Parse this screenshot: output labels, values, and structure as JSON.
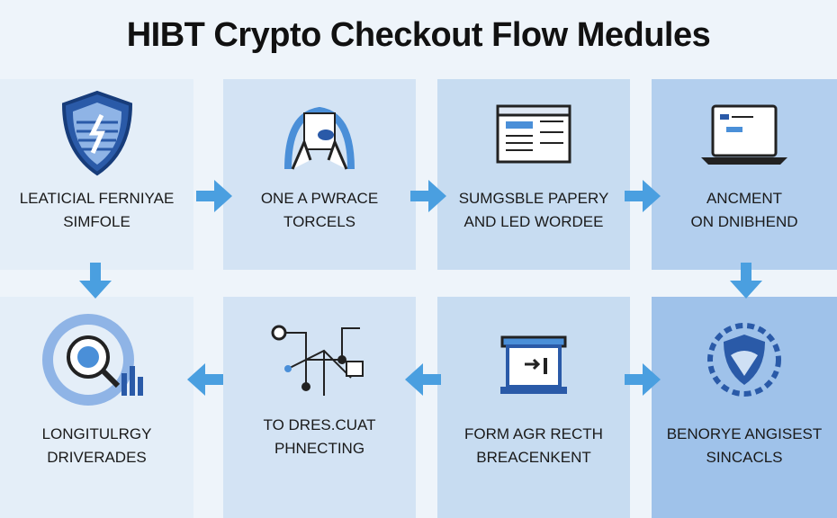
{
  "title": "HIBT Crypto Checkout Flow Medules",
  "colors": {
    "arrow": "#4a9fe0",
    "icon": "#2a5aa8"
  },
  "modules": [
    {
      "line1": "LEATICIAL FERNIYAE",
      "line2": "SIMFOLE",
      "icon": "shield-icon"
    },
    {
      "line1": "ONE A PWRACE",
      "line2": "TORCELS",
      "icon": "document-hands-icon"
    },
    {
      "line1": "SUMGSBLE PAPERY",
      "line2": "AND LED WORDEE",
      "icon": "browser-window-icon"
    },
    {
      "line1": "ANCMENT",
      "line2": "ON DNIBHEND",
      "icon": "laptop-icon"
    },
    {
      "line1": "BENORYE ANGISEST",
      "line2": "SINCACLS",
      "icon": "emblem-icon"
    },
    {
      "line1": "FORM AGR RECTH",
      "line2": "BREACENKENT",
      "icon": "bank-icon"
    },
    {
      "line1": "TO DRES.CUAT",
      "line2": "PHNECTING",
      "icon": "network-flow-icon"
    },
    {
      "line1": "LONGITULRGY",
      "line2": "DRIVERADES",
      "icon": "magnifier-chart-icon"
    }
  ]
}
